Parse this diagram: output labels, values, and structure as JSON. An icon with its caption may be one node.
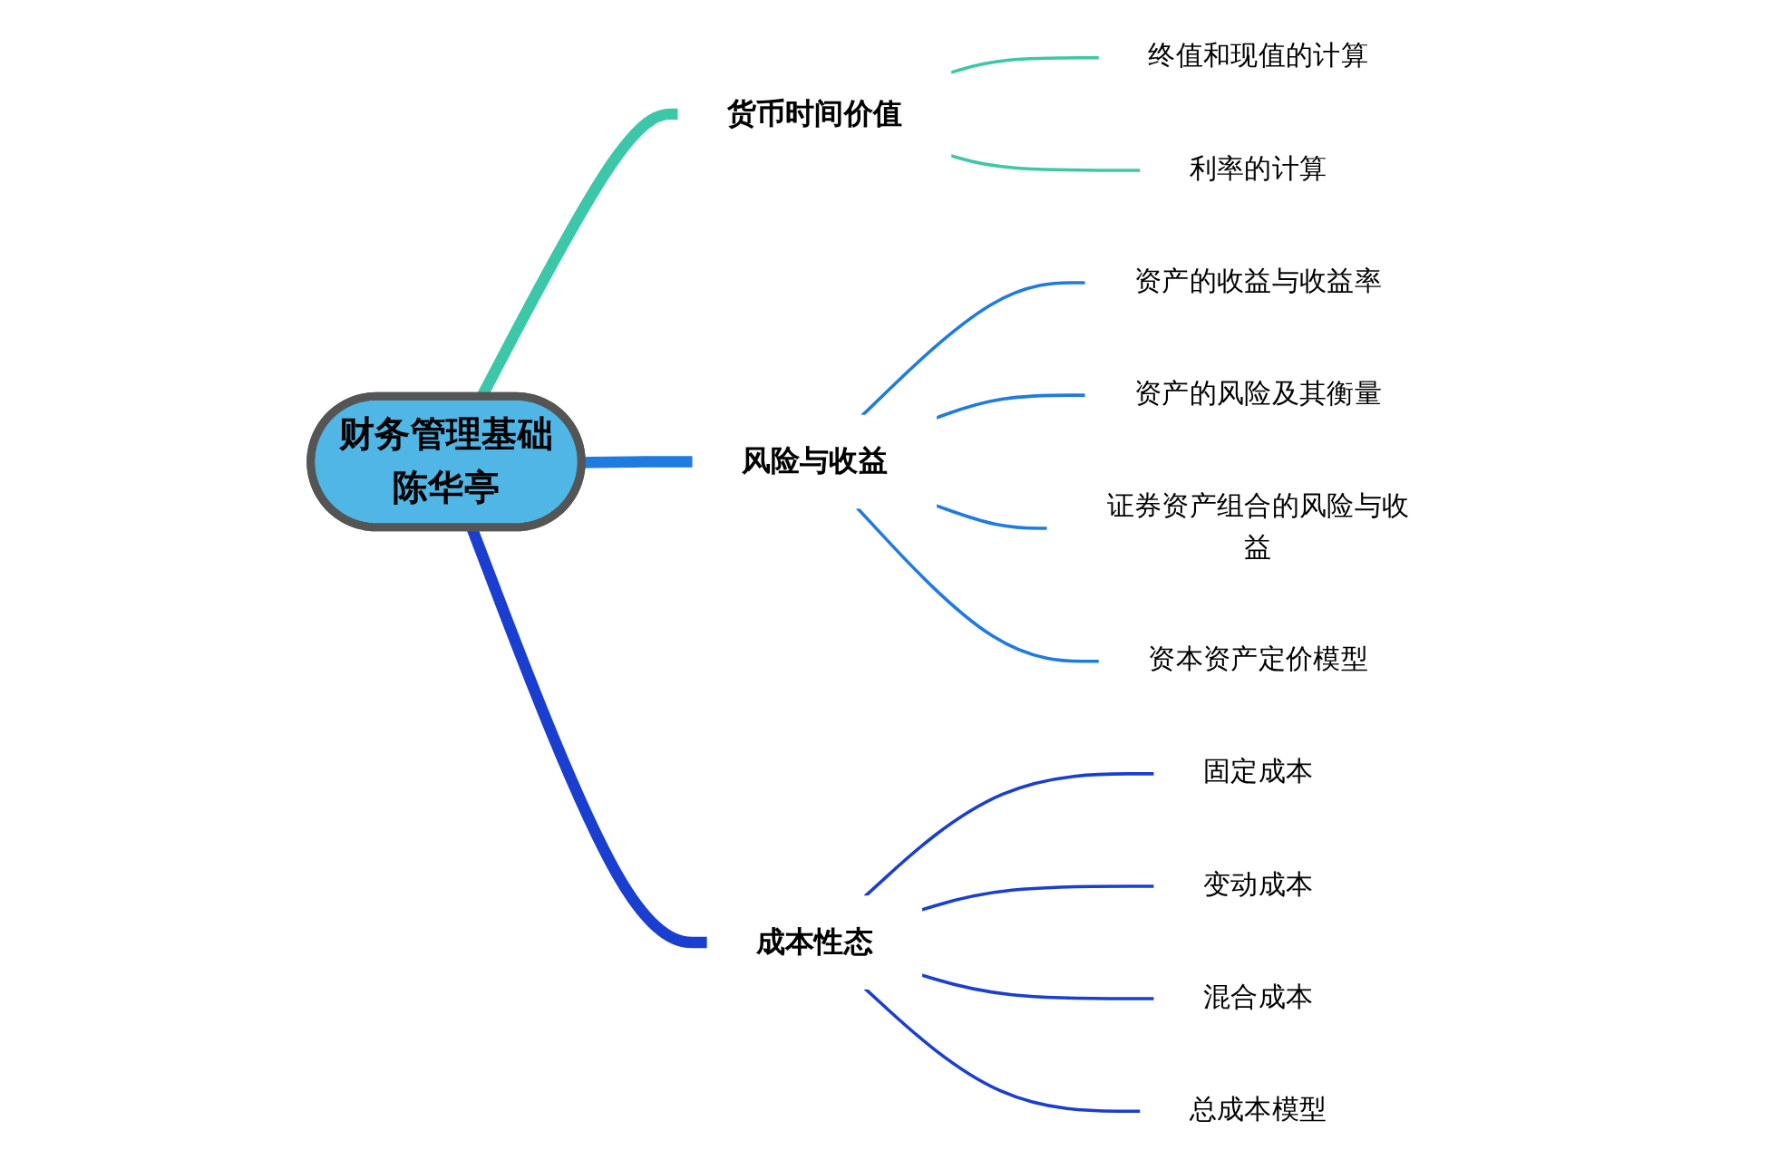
{
  "diagram": {
    "nodes": [
      {
        "text": [
          "财务管理基础",
          "陈华亭"
        ]
      },
      {
        "text": [
          "货币时间价值"
        ]
      },
      {
        "text": [
          "终值和现值的计算"
        ]
      },
      {
        "text": [
          "利率的计算"
        ]
      },
      {
        "text": [
          "风险与收益"
        ]
      },
      {
        "text": [
          "资产的收益与收益率"
        ]
      },
      {
        "text": [
          "资产的风险及其衡量"
        ]
      },
      {
        "text": [
          "证券资产组合的风险与收益"
        ]
      },
      {
        "text": [
          "资本资产定价模型"
        ]
      },
      {
        "text": [
          "成本性态"
        ]
      },
      {
        "text": [
          "固定成本"
        ]
      },
      {
        "text": [
          "变动成本"
        ]
      },
      {
        "text": [
          "混合成本"
        ]
      },
      {
        "text": [
          "总成本模型"
        ]
      }
    ],
    "edges": [
      {
        "from": 0,
        "to": 1,
        "arrow": "none",
        "style": "thick",
        "color": "#3cc8a8"
      },
      {
        "from": 1,
        "to": 2,
        "arrow": "none",
        "color": "#3cc8a8"
      },
      {
        "from": 1,
        "to": 3,
        "arrow": "none",
        "color": "#3cc8a8"
      },
      {
        "from": 0,
        "to": 4,
        "arrow": "none",
        "style": "thick",
        "color": "#1e7be0"
      },
      {
        "from": 4,
        "to": 5,
        "arrow": "none",
        "color": "#1e7be0"
      },
      {
        "from": 4,
        "to": 6,
        "arrow": "none",
        "color": "#1e7be0"
      },
      {
        "from": 4,
        "to": 7,
        "arrow": "none",
        "color": "#1e7be0"
      },
      {
        "from": 4,
        "to": 8,
        "arrow": "none",
        "color": "#1e7be0"
      },
      {
        "from": 0,
        "to": 9,
        "arrow": "none",
        "style": "thick",
        "color": "#1a3fd0"
      },
      {
        "from": 9,
        "to": 10,
        "arrow": "none",
        "color": "#1a3fd0"
      },
      {
        "from": 9,
        "to": 11,
        "arrow": "none",
        "color": "#1a3fd0"
      },
      {
        "from": 9,
        "to": 12,
        "arrow": "none",
        "color": "#1a3fd0"
      },
      {
        "from": 9,
        "to": 13,
        "arrow": "none",
        "color": "#1a3fd0"
      }
    ]
  }
}
